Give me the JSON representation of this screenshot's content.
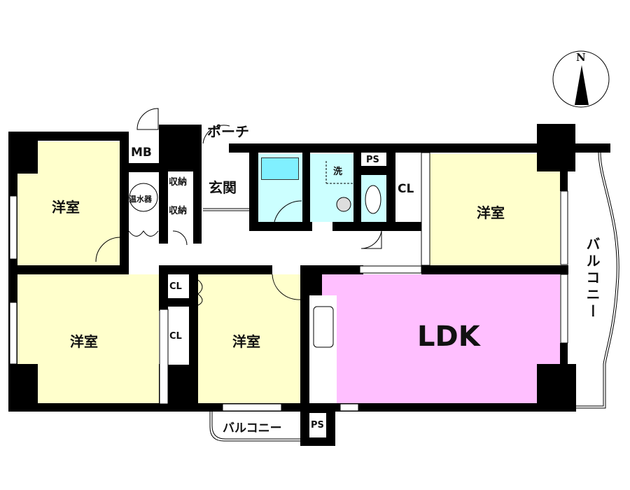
{
  "floor_plan": {
    "rooms": {
      "western_room_top_left": "洋室",
      "western_room_bottom_left": "洋室",
      "western_room_center": "洋室",
      "western_room_top_right": "洋室",
      "ldk": "LDK"
    },
    "labels": {
      "mb": "MB",
      "water_heater": "温水器",
      "storage_1": "収納",
      "storage_2": "収納",
      "entrance": "玄関",
      "porch": "ポーチ",
      "washroom": "洗",
      "ps_top": "PS",
      "ps_bottom": "PS",
      "cl_top_right": "CL",
      "cl_mid_1": "CL",
      "cl_mid_2": "CL",
      "balcony_right": "バルコニー",
      "balcony_bottom": "バルコニー"
    },
    "compass": {
      "label": "N"
    },
    "colors": {
      "western_room": "#ffffcc",
      "ldk": "#ffbfff",
      "wet_area": "#ccffff",
      "bathtub": "#80f0ff",
      "wall": "#000000"
    }
  }
}
